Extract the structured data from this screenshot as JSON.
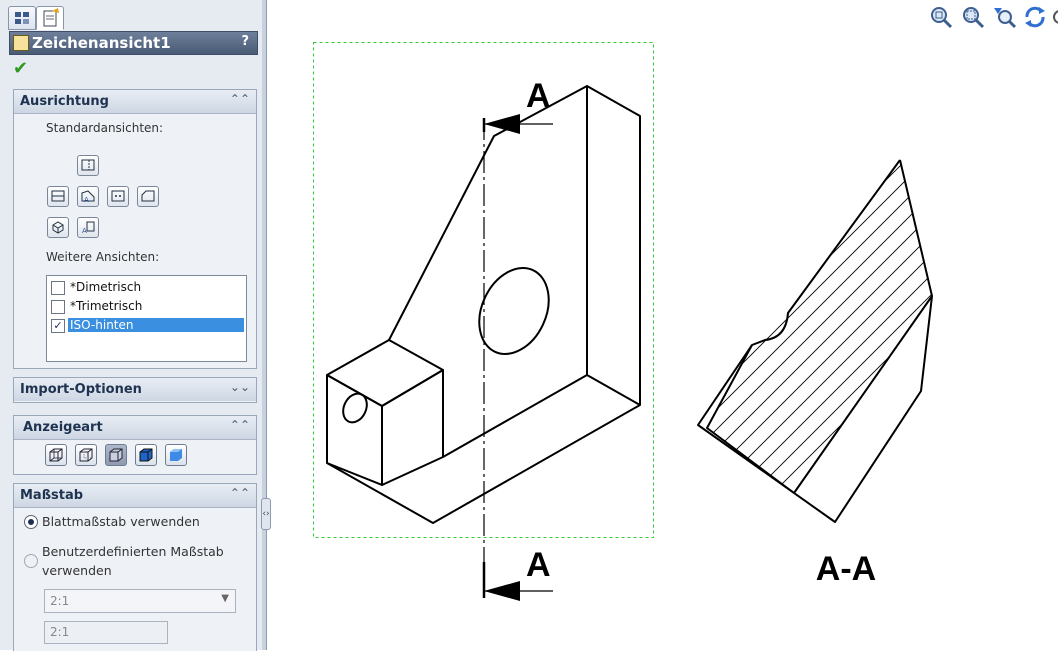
{
  "panel": {
    "title": "Zeichenansicht1",
    "help": "?",
    "ok": "✔",
    "orientation": {
      "title": "Ausrichtung",
      "chevron": "⌃⌃",
      "standard_views_label": "Standardansichten:",
      "more_views_label": "Weitere Ansichten:",
      "more_views": [
        {
          "label": "*Dimetrisch",
          "checked": false,
          "selected": false
        },
        {
          "label": "*Trimetrisch",
          "checked": false,
          "selected": false
        },
        {
          "label": "ISO-hinten",
          "checked": true,
          "selected": true
        }
      ]
    },
    "import": {
      "title": "Import-Optionen",
      "chevron": "⌄⌄"
    },
    "display": {
      "title": "Anzeigeart",
      "chevron": "⌃⌃"
    },
    "scale": {
      "title": "Maßstab",
      "chevron": "⌃⌃",
      "sheet_scale_label": "Blattmaßstab verwenden",
      "custom_scale_label_1": "Benutzerdefinierten Maßstab",
      "custom_scale_label_2": "verwenden",
      "select_value": "2:1",
      "input_value": "2:1"
    }
  },
  "drawing": {
    "section_label_top": "A",
    "section_label_bottom": "A",
    "section_view_label": "A-A"
  },
  "colors": {
    "accent": "#3b8fe0",
    "title_bar": "#4a5b76",
    "view_border": "#33cc33"
  }
}
